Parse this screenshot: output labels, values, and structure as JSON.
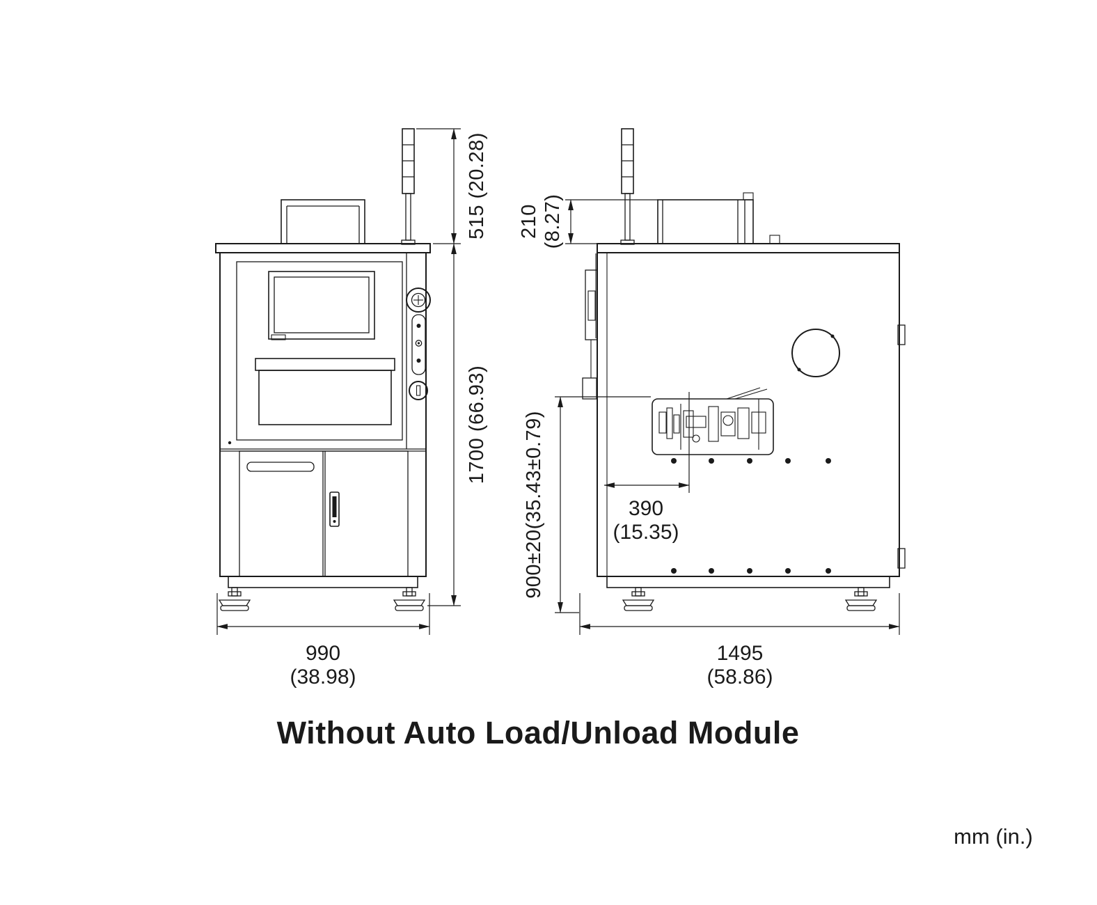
{
  "colors": {
    "line": "#1a1a1a",
    "background": "#ffffff"
  },
  "caption": "Without Auto Load/Unload Module",
  "units_label": "mm (in.)",
  "front_view": {
    "dims": {
      "tower_height": "515 (20.28)",
      "overall_height": "1700 (66.93)",
      "width_mm": "990",
      "width_in": "(38.98)"
    }
  },
  "side_view": {
    "dims": {
      "top_module_mm": "210",
      "top_module_in": "(8.27)",
      "work_height": "900±20(35.43±0.79)",
      "offset_mm": "390",
      "offset_in": "(15.35)",
      "depth_mm": "1495",
      "depth_in": "(58.86)"
    }
  }
}
